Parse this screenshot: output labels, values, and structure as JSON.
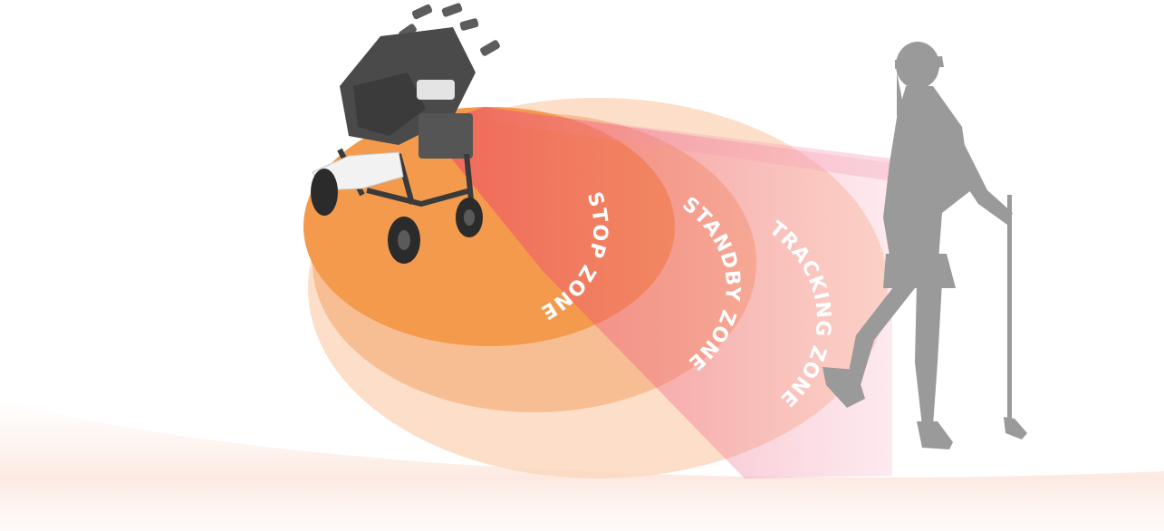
{
  "zones": [
    {
      "id": "stop",
      "label": "STOP ZONE",
      "color": "#f39a4c"
    },
    {
      "id": "standby",
      "label": "STANDBY ZONE",
      "color": "#f7b98a"
    },
    {
      "id": "tracking",
      "label": "TRACKING ZONE",
      "color": "#fbd8bf"
    }
  ],
  "beam_color": "#ef5a7a",
  "silhouette_color": "#9a9a9a",
  "icons": {
    "cart": "golf-cart-icon",
    "person": "golfer-silhouette-icon"
  }
}
